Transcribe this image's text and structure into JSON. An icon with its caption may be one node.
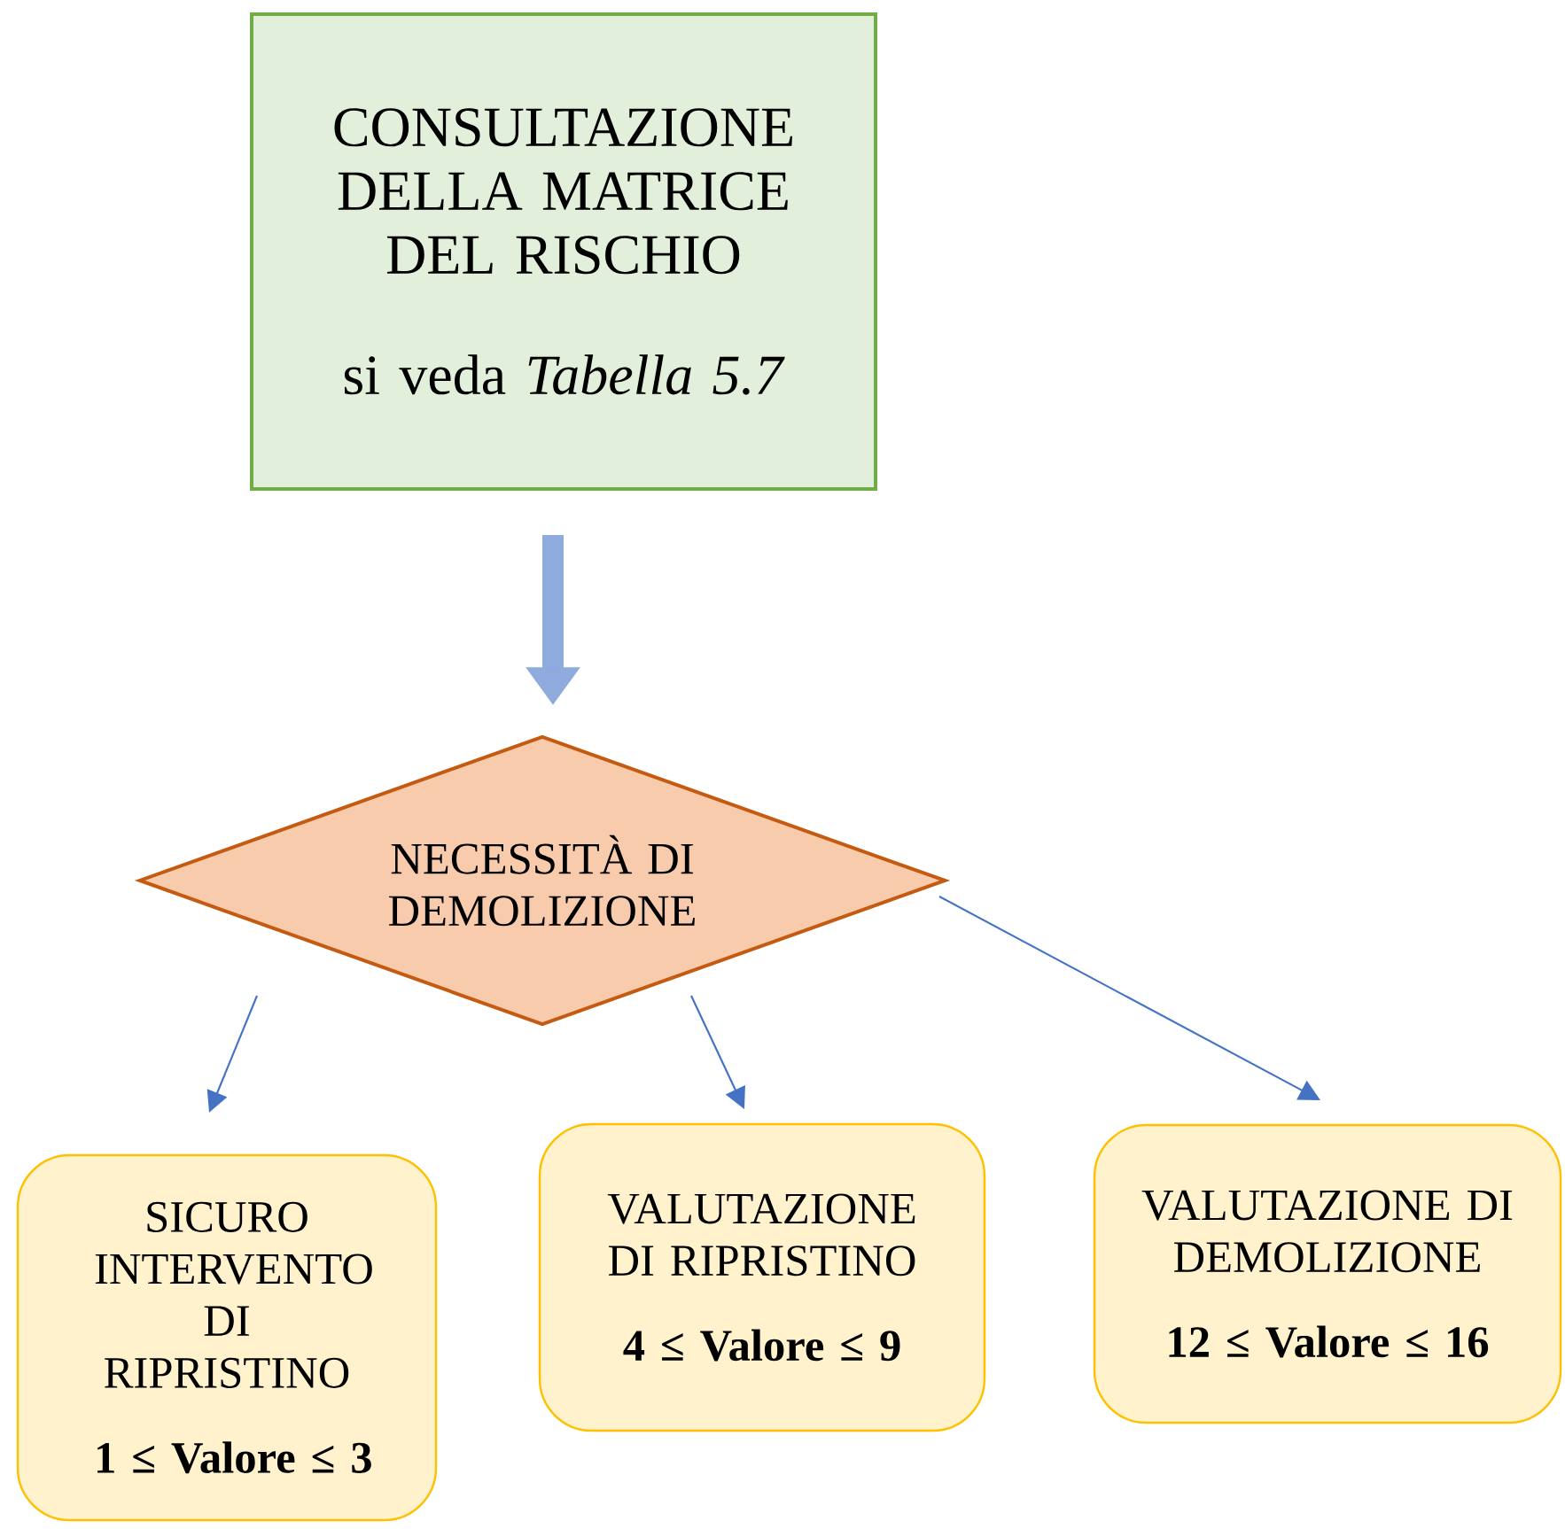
{
  "diagram": {
    "nodes": [
      {
        "text": [
          "CONSULTAZIONE DELLA MATRICE DEL RISCHIO",
          "si veda *Tabella 5.7*"
        ]
      },
      {
        "text": [
          "NECESSITÀ DI DEMOLIZIONE"
        ]
      },
      {
        "text": [
          "SICURO INTERVENTO DI RIPRISTINO",
          "1 ≤ Valore ≤ 3"
        ]
      },
      {
        "text": [
          "VALUTAZIONE DI RIPRISTINO",
          "4 ≤ Valore ≤ 9"
        ]
      },
      {
        "text": [
          "VALUTAZIONE DI DEMOLIZIONE",
          "12 ≤ Valore ≤ 16"
        ]
      }
    ],
    "edges": [
      {
        "from": 0,
        "to": 1,
        "arrow": "to",
        "style": "thick",
        "color": "#8faadc"
      },
      {
        "from": 1,
        "to": 2,
        "arrow": "to"
      },
      {
        "from": 1,
        "to": 3,
        "arrow": "to"
      },
      {
        "from": 1,
        "to": 4,
        "arrow": "to"
      }
    ]
  }
}
